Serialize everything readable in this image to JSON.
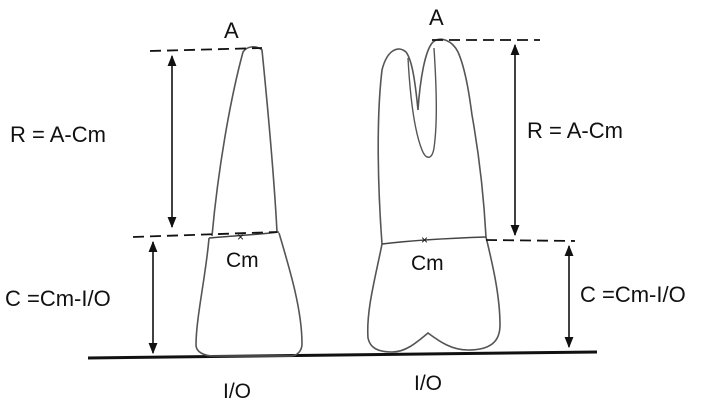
{
  "diagram": {
    "left_tooth": {
      "apex_label": "A",
      "root_formula": "R = A-Cm",
      "cm_label": "Cm",
      "crown_formula": "C =Cm-I/O",
      "base_label": "I/O"
    },
    "right_tooth": {
      "apex_label": "A",
      "root_formula": "R = A-Cm",
      "cm_label": "Cm",
      "crown_formula": "C =Cm-I/O",
      "base_label": "I/O"
    },
    "colors": {
      "ink": "#111111",
      "outline": "#555555",
      "background": "#ffffff"
    }
  }
}
